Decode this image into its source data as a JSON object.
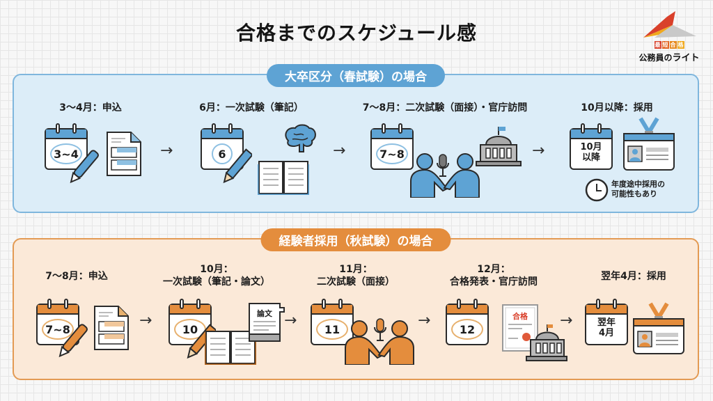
{
  "header": {
    "title": "合格までのスケジュール感"
  },
  "logo": {
    "badge_chars": [
      "最",
      "短",
      "合",
      "格"
    ],
    "badge_colors": [
      "#d9402b",
      "#e2631f",
      "#e88a1e",
      "#f0a91d"
    ],
    "name_prefix": "公務員の",
    "name_suffix": "ライト"
  },
  "sections": [
    {
      "id": "university",
      "title": "大卒区分（春試験）の場合",
      "accent_color": "#5ea3d4",
      "steps": [
        {
          "label": "3〜4月：申込",
          "calendar": "3~4",
          "icons": [
            "pen-icon",
            "application-form-icon"
          ]
        },
        {
          "label": "6月：一次試験（筆記）",
          "calendar": "6",
          "icons": [
            "pencil-icon",
            "brain-icon",
            "open-book-icon"
          ]
        },
        {
          "label": "7〜8月：二次試験（面接）・官庁訪問",
          "calendar": "7~8",
          "icons": [
            "handshake-people-icon",
            "microphone-icon",
            "government-building-icon"
          ]
        },
        {
          "label": "10月以降：採用",
          "calendar_line1": "10月",
          "calendar_line2": "以降",
          "icons": [
            "id-badge-icon",
            "clock-icon"
          ],
          "note_line1": "年度途中採用の",
          "note_line2": "可能性もあり"
        }
      ]
    },
    {
      "id": "experienced",
      "title": "経験者採用（秋試験）の場合",
      "accent_color": "#e48d3d",
      "steps": [
        {
          "label": "7〜8月：申込",
          "calendar": "7~8",
          "icons": [
            "pen-icon",
            "application-form-icon"
          ]
        },
        {
          "label_line1": "10月：",
          "label_line2": "一次試験（筆記・論文）",
          "calendar": "10",
          "icons": [
            "pencil-icon",
            "open-book-icon",
            "essay-scroll-icon"
          ],
          "scroll_text": "論文"
        },
        {
          "label_line1": "11月：",
          "label_line2": "二次試験（面接）",
          "calendar": "11",
          "icons": [
            "handshake-people-icon",
            "microphone-icon"
          ]
        },
        {
          "label_line1": "12月：",
          "label_line2": "合格発表・官庁訪問",
          "calendar": "12",
          "icons": [
            "certificate-icon",
            "government-building-icon"
          ],
          "certificate_text": "合格"
        },
        {
          "label": "翌年4月：採用",
          "calendar_line1": "翌年",
          "calendar_line2": "4月",
          "icons": [
            "id-badge-icon"
          ]
        }
      ]
    }
  ],
  "arrow_glyph": "→"
}
